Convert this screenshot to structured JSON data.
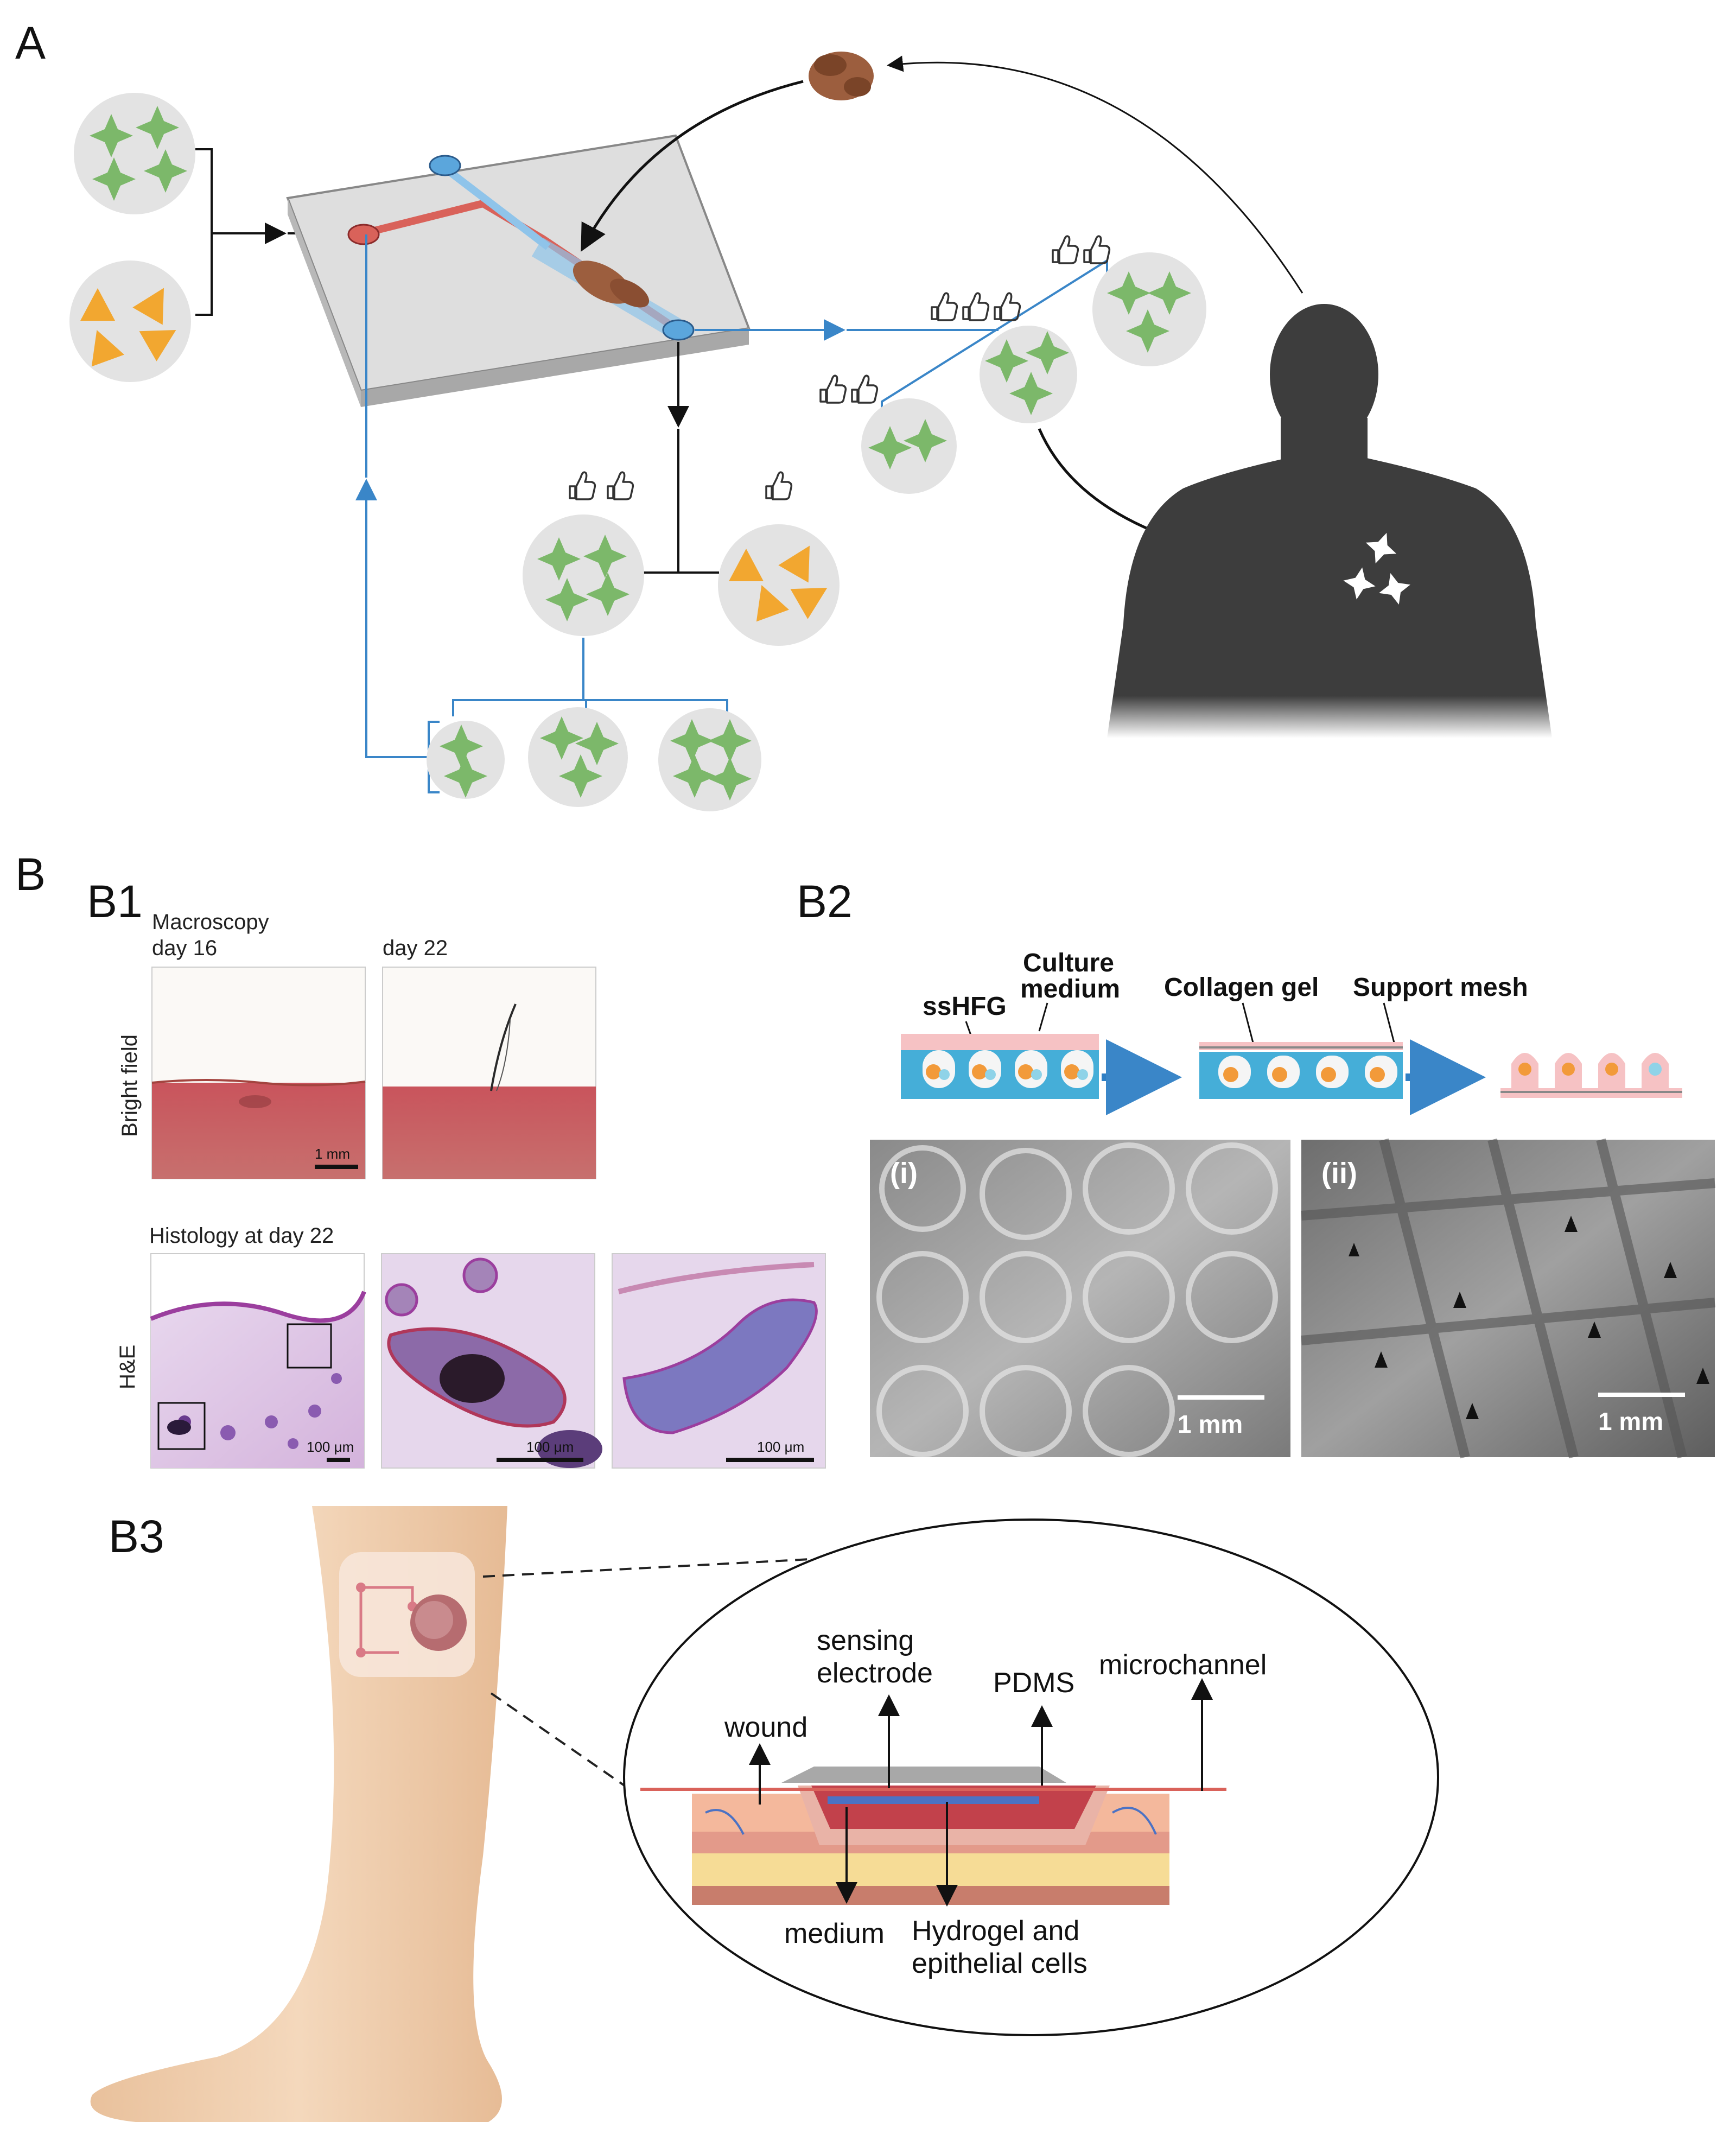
{
  "panels": {
    "a": "A",
    "b": "B",
    "b1": "B1",
    "b2": "B2",
    "b3": "B3"
  },
  "b1": {
    "macroscopy": "Macroscopy",
    "day16": "day 16",
    "day22": "day 22",
    "bright_field": "Bright field",
    "scale_1mm": "1 mm",
    "histology": "Histology at day 22",
    "he": "H&E",
    "scale_100um": "100 μm"
  },
  "b2": {
    "ss_hfg": "ssHFG",
    "culture_medium_1": "Culture",
    "culture_medium_2": "medium",
    "collagen_gel": "Collagen gel",
    "support_mesh": "Support mesh",
    "roman_i": "(i)",
    "roman_ii": "(ii)",
    "scale_1mm": "1 mm"
  },
  "b3": {
    "sensing_1": "sensing",
    "sensing_2": "electrode",
    "pdms": "PDMS",
    "microchannel": "microchannel",
    "wound": "wound",
    "medium": "medium",
    "hydrogel_1": "Hydrogel and",
    "hydrogel_2": "epithelial cells"
  },
  "colors": {
    "green": "#7cb86a",
    "orange": "#f2a730",
    "blue_line": "#3a86c8",
    "red_channel": "#d9625a",
    "silhouette": "#3d3d3d",
    "skin": "#f0cfae"
  }
}
